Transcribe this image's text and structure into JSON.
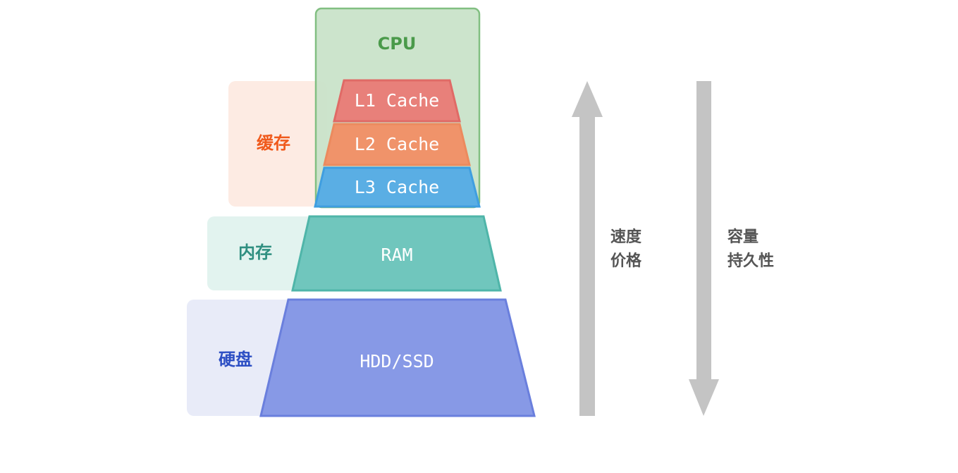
{
  "cpu": {
    "label": "CPU",
    "fill": "#c9e3c9",
    "stroke": "#82bf82",
    "text_color": "#4a9a4a"
  },
  "cache_group": {
    "label": "缓存",
    "fill": "#fdebe3",
    "text_color": "#f05a1c"
  },
  "ram_group": {
    "label": "内存",
    "fill": "#e2f3ef",
    "text_color": "#2f8f80"
  },
  "disk_group": {
    "label": "硬盘",
    "fill": "#e8ebf8",
    "text_color": "#2d4fc4"
  },
  "levels": [
    {
      "label": "L1 Cache",
      "fill": "#e8807a",
      "stroke": "#e06a66"
    },
    {
      "label": "L2 Cache",
      "fill": "#f0936a",
      "stroke": "#ec8a5e"
    },
    {
      "label": "L3 Cache",
      "fill": "#5aaee4",
      "stroke": "#3f9ee0"
    },
    {
      "label": "RAM",
      "fill": "#70c6bd",
      "stroke": "#4fb5a9"
    },
    {
      "label": "HDD/SSD",
      "fill": "#8799e6",
      "stroke": "#6a7fdd"
    }
  ],
  "arrow_up": {
    "label_line1": "速度",
    "label_line2": "价格",
    "color": "#c4c4c4"
  },
  "arrow_down": {
    "label_line1": "容量",
    "label_line2": "持久性",
    "color": "#c4c4c4"
  },
  "arrow_text_color": "#555555",
  "level_text_color": "#ffffff"
}
